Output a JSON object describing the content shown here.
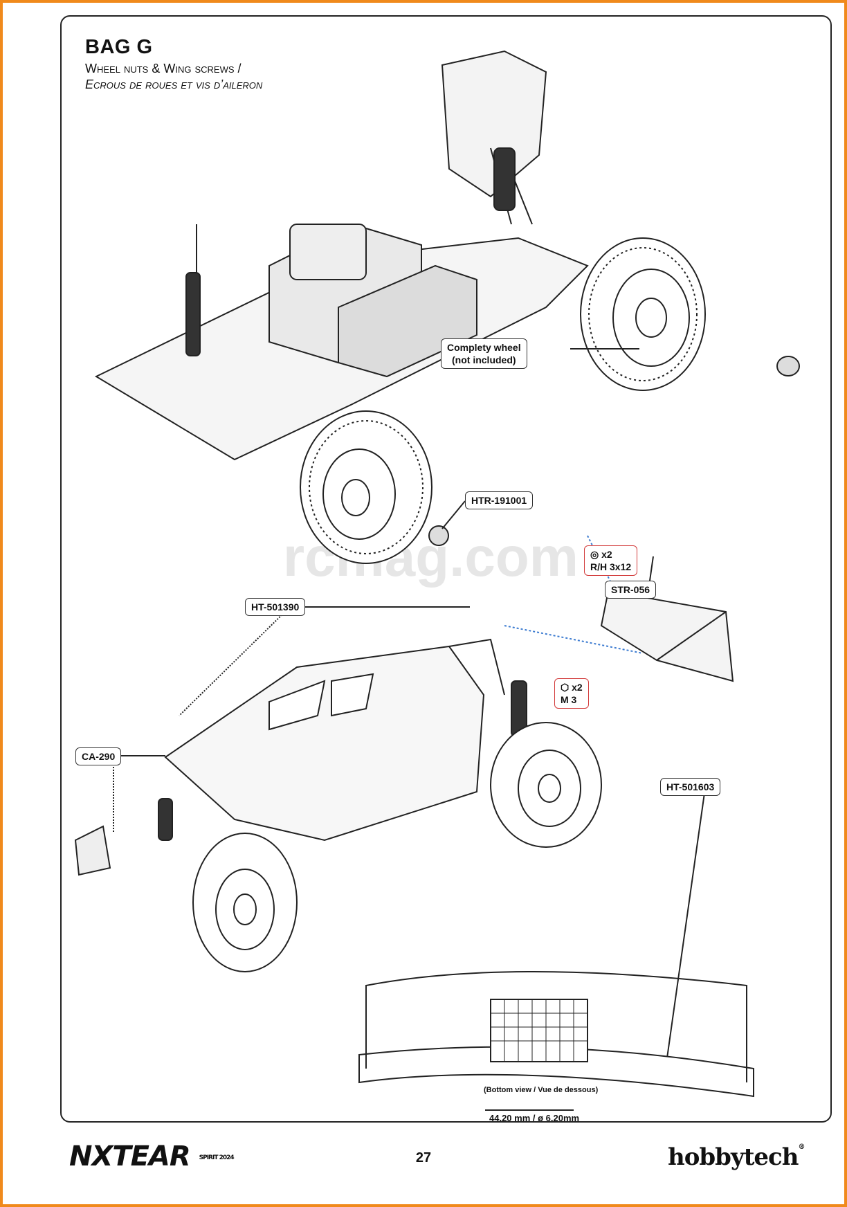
{
  "header": {
    "title": "BAG G",
    "subtitle_en": "Wheel nuts & Wing screws /",
    "subtitle_fr": "Ecrous de roues et vis d’aileron"
  },
  "labels": {
    "complete_wheel_line1": "Complety wheel",
    "complete_wheel_line2": "(not included)",
    "htr": "HTR-191001",
    "screw_qty": "x2",
    "screw_spec": "R/H 3x12",
    "str": "STR-056",
    "ht501390": "HT-501390",
    "nut_qty": "x2",
    "nut_spec": "M 3",
    "ca290": "CA-290",
    "ht501603": "HT-501603",
    "bottom_view": "(Bottom view / Vue de dessous)",
    "dimension": "44.20 mm / ø 6.20mm"
  },
  "watermark": "rcmag.com",
  "footer": {
    "page_number": "27",
    "logo_left": "NXTEAR",
    "logo_left_small": "SPIRIT 2024",
    "logo_right": "hobbytech"
  },
  "colors": {
    "page_border": "#f08a1c",
    "callout_red": "#d23a3a",
    "line": "#222222"
  }
}
